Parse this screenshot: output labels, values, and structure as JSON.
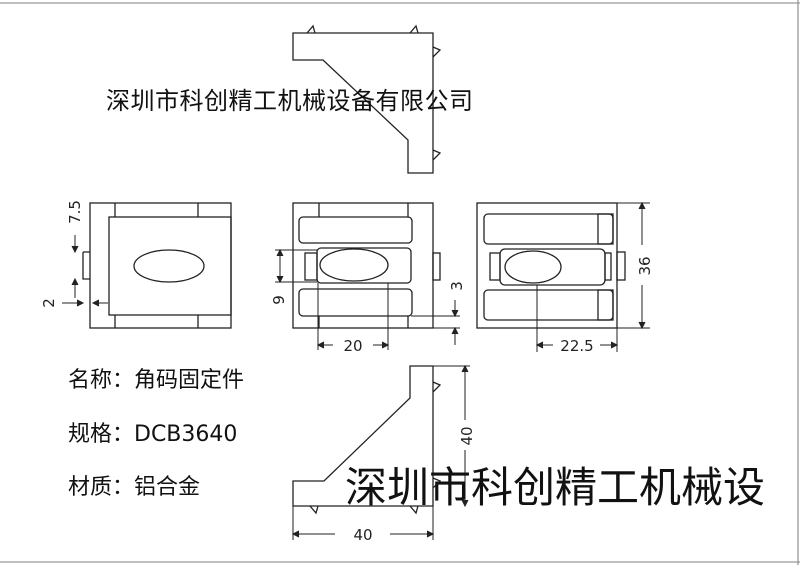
{
  "company_title": "深圳市科创精工机械设备有限公司",
  "watermark": "深圳市科创精工机械设",
  "specs": {
    "name": "名称：角码固定件",
    "model": "规格：DCB3640",
    "material": "材质：铝合金"
  },
  "dimensions": {
    "left_view_top_offset": "7.5",
    "left_view_side_offset": "2",
    "middle_view_slot_height": "9",
    "middle_view_bottom_offset": "3",
    "middle_view_slot_width": "20",
    "right_view_height": "36",
    "right_view_offset": "22.5",
    "bracket_height": "40",
    "bracket_width": "40"
  }
}
